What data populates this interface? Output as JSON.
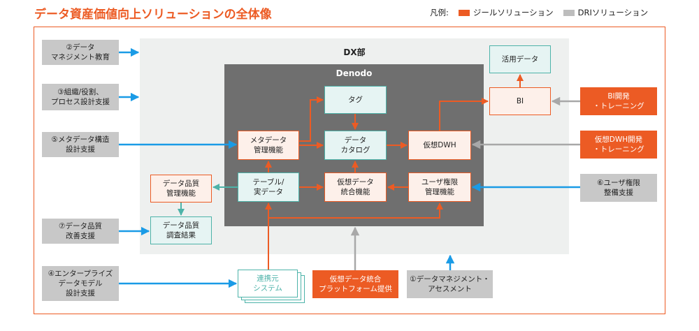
{
  "title": "データ資産価値向上ソリューションの全体像",
  "legend": {
    "label": "凡例:",
    "items": [
      {
        "text": "ジールソリューション",
        "color": "#ec5b24"
      },
      {
        "text": "DRIソリューション",
        "color": "#bdbdbd"
      }
    ]
  },
  "regions": {
    "dx": "DX部",
    "denodo": "Denodo"
  },
  "nodes": {
    "tag": "タグ",
    "catalog": "データ\nカタログ",
    "meta_mgmt": "メタデータ\n管理機能",
    "vdwh": "仮想DWH",
    "table": "テーブル/\n実データ",
    "vdata": "仮想データ\n統合機能",
    "user_auth": "ユーザ権限\n管理機能",
    "dq_mgmt": "データ品質\n管理機能",
    "dq_result": "データ品質\n調査結果",
    "bi": "BI",
    "active_data": "活用データ",
    "source": "連携元\nシステム"
  },
  "services": {
    "s2": "②データ\nマネジメント教育",
    "s3": "③組織/役割、\nプロセス設計支援",
    "s5": "⑤メタデータ構造\n設計支援",
    "s7": "⑦データ品質\n改善支援",
    "s4": "④エンタープライズ\nデータモデル\n設計支援",
    "s1": "①データマネジメント・\nアセスメント",
    "s6": "⑥ユーザ権限\n整備支援",
    "bi_dev": "BI開発\n・トレーニング",
    "vdwh_dev": "仮想DWH開発\n・トレーニング",
    "platform": "仮想データ統合\nプラットフォーム提供"
  },
  "colors": {
    "orange": "#ec5b24",
    "teal": "#4db3a9",
    "blue": "#1a9be6",
    "gray": "#a8a8a8"
  }
}
